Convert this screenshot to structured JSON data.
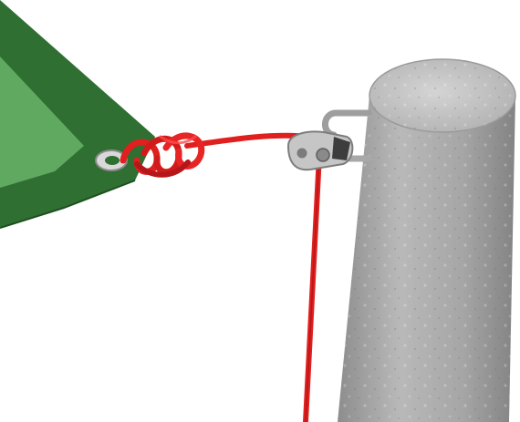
{
  "scene": {
    "description_visible_text": "",
    "colors": {
      "background": "#ffffff",
      "tarp_dark": "#2f6f31",
      "tarp_light": "#5faa60",
      "rope": "#e01f1f",
      "rope_shadow": "#9e0f12",
      "pole": "#a9a9a9",
      "pole_top": "#c7c7c7",
      "metal": "#b8b8b8"
    },
    "objects": [
      "tarp",
      "grommet",
      "rope-knot",
      "rope",
      "pulley-cleat",
      "mounting-bracket",
      "pole"
    ]
  }
}
